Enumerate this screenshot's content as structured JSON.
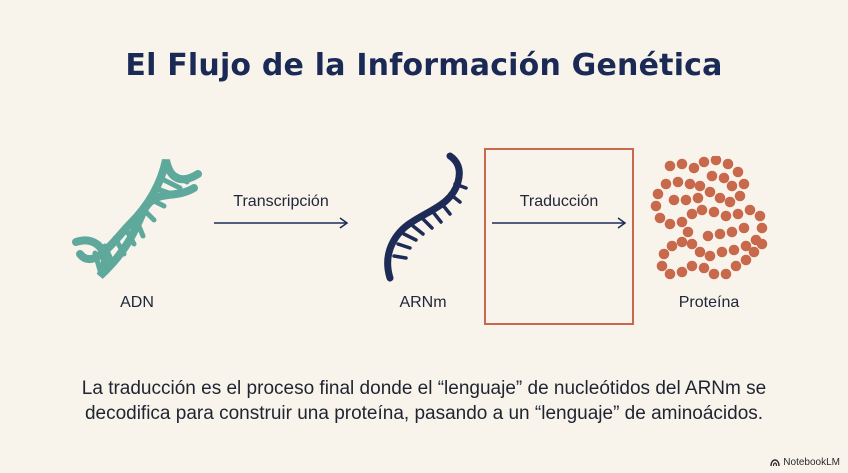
{
  "title": "El Flujo de la Información Genética",
  "diagram": {
    "nodes": [
      {
        "label": "ADN",
        "icon": "dna-double-helix-icon"
      },
      {
        "label": "ARNm",
        "icon": "mrna-strand-icon"
      },
      {
        "label": "Proteína",
        "icon": "protein-chain-icon"
      }
    ],
    "arrows": [
      {
        "label": "Transcripción"
      },
      {
        "label": "Traducción",
        "highlighted": true
      }
    ]
  },
  "caption": {
    "line1": "La traducción es el proceso final donde el “lenguaje” de nucleótidos del ARNm se",
    "line2": "decodifica para construir una proteína, pasando a un “lenguaje” de aminoácidos."
  },
  "brand": {
    "name": "NotebookLM"
  },
  "colors": {
    "title": "#1b2a55",
    "dna": "#5fa89c",
    "mrna": "#1d2b56",
    "protein": "#c8694b",
    "highlight": "#c8694b",
    "background": "#f8f4ec"
  }
}
